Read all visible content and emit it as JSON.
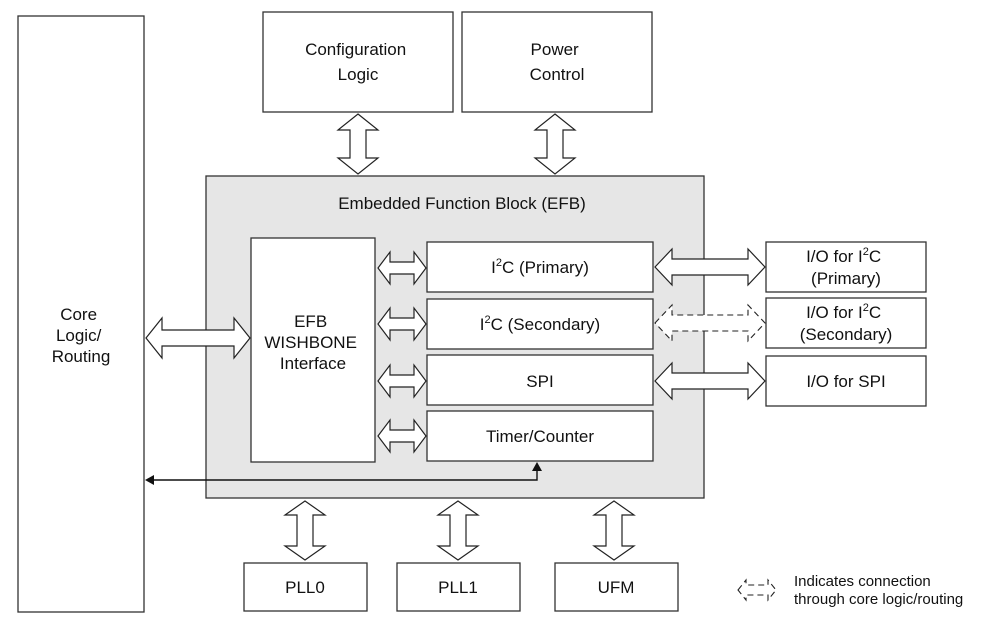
{
  "blocks": {
    "config": [
      "Configuration",
      "Logic"
    ],
    "power": [
      "Power",
      "Control"
    ],
    "core": [
      "Core",
      "Logic/",
      "Routing"
    ],
    "efb_title": "Embedded Function Block (EFB)",
    "wishbone": [
      "EFB",
      "WISHBONE",
      "Interface"
    ],
    "i2c_primary": {
      "pre": "I",
      "sup": "2",
      "post": "C (Primary)"
    },
    "i2c_secondary": {
      "pre": "I",
      "sup": "2",
      "post": "C (Secondary)"
    },
    "spi": "SPI",
    "timer": "Timer/Counter",
    "io_i2c_primary": {
      "pre": "I/O for I",
      "sup": "2",
      "post": "C",
      "line2": "(Primary)"
    },
    "io_i2c_secondary": {
      "pre": "I/O for I",
      "sup": "2",
      "post": "C",
      "line2": "(Secondary)"
    },
    "io_spi": "I/O for SPI",
    "pll0": "PLL0",
    "pll1": "PLL1",
    "ufm": "UFM"
  },
  "legend": {
    "line1": "Indicates connection",
    "line2": "through core logic/routing"
  }
}
